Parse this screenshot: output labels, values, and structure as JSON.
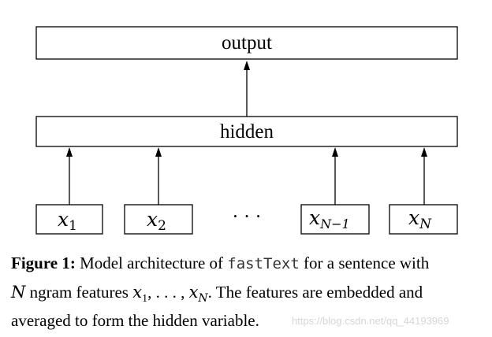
{
  "diagram": {
    "output_label": "output",
    "hidden_label": "hidden",
    "ellipsis": "· · ·",
    "inputs": [
      {
        "base": "x",
        "sub": "1"
      },
      {
        "base": "x",
        "sub": "2"
      },
      {
        "base": "x",
        "sub": "N−1"
      },
      {
        "base": "x",
        "sub": "N"
      }
    ]
  },
  "caption": {
    "fig_label": "Figure 1:",
    "text_1": " Model architecture of ",
    "model_name": "fastText",
    "text_2": " for a sentence with",
    "var_n": "N",
    "text_3": " ngram features ",
    "feat_start_base": "x",
    "feat_start_sub": "1",
    "feat_mid": ", . . . , ",
    "feat_end_base": "x",
    "feat_end_sub": "N",
    "text_4": ". The features are embedded and averaged to form the hidden variable."
  },
  "watermark": "https://blog.csdn.net/qq_44193969"
}
